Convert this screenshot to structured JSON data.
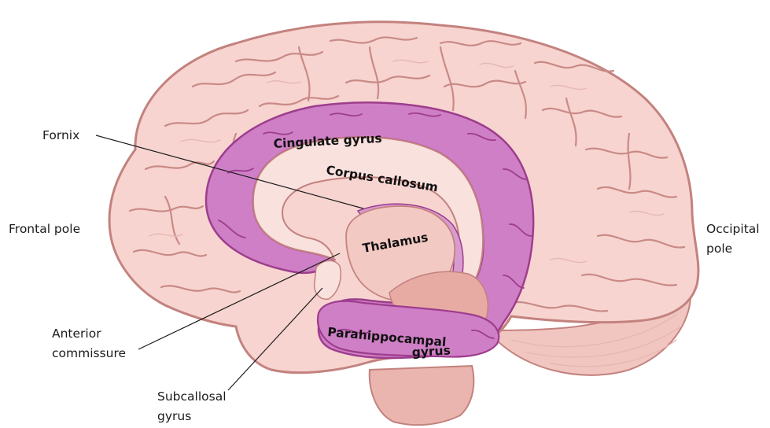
{
  "labels": {
    "fornix": "Fornix",
    "frontal_pole": "Frontal pole",
    "occipital_pole_line1": "Occipital",
    "occipital_pole_line2": "pole",
    "anterior_commissure_line1": "Anterior",
    "anterior_commissure_line2": "commissure",
    "subcallosal_gyrus_line1": "Subcallosal",
    "subcallosal_gyrus_line2": "gyrus",
    "cingulate_gyrus": "Cingulate gyrus",
    "corpus_callosum": "Corpus callosum",
    "thalamus": "Thalamus",
    "parahippocampal_gyrus_line1": "Parahippocampal",
    "parahippocampal_gyrus_line2": "gyrus"
  },
  "colors": {
    "cortex_fill": "#f7d4d0",
    "cortex_outline": "#c3827e",
    "limbic_purple": "#cf7fc6",
    "limbic_dark": "#9d3d8d",
    "callosum_fill": "#f9e1de",
    "thalamus_fill": "#f3c9c3",
    "brainstem_fill": "#eab5ae"
  }
}
